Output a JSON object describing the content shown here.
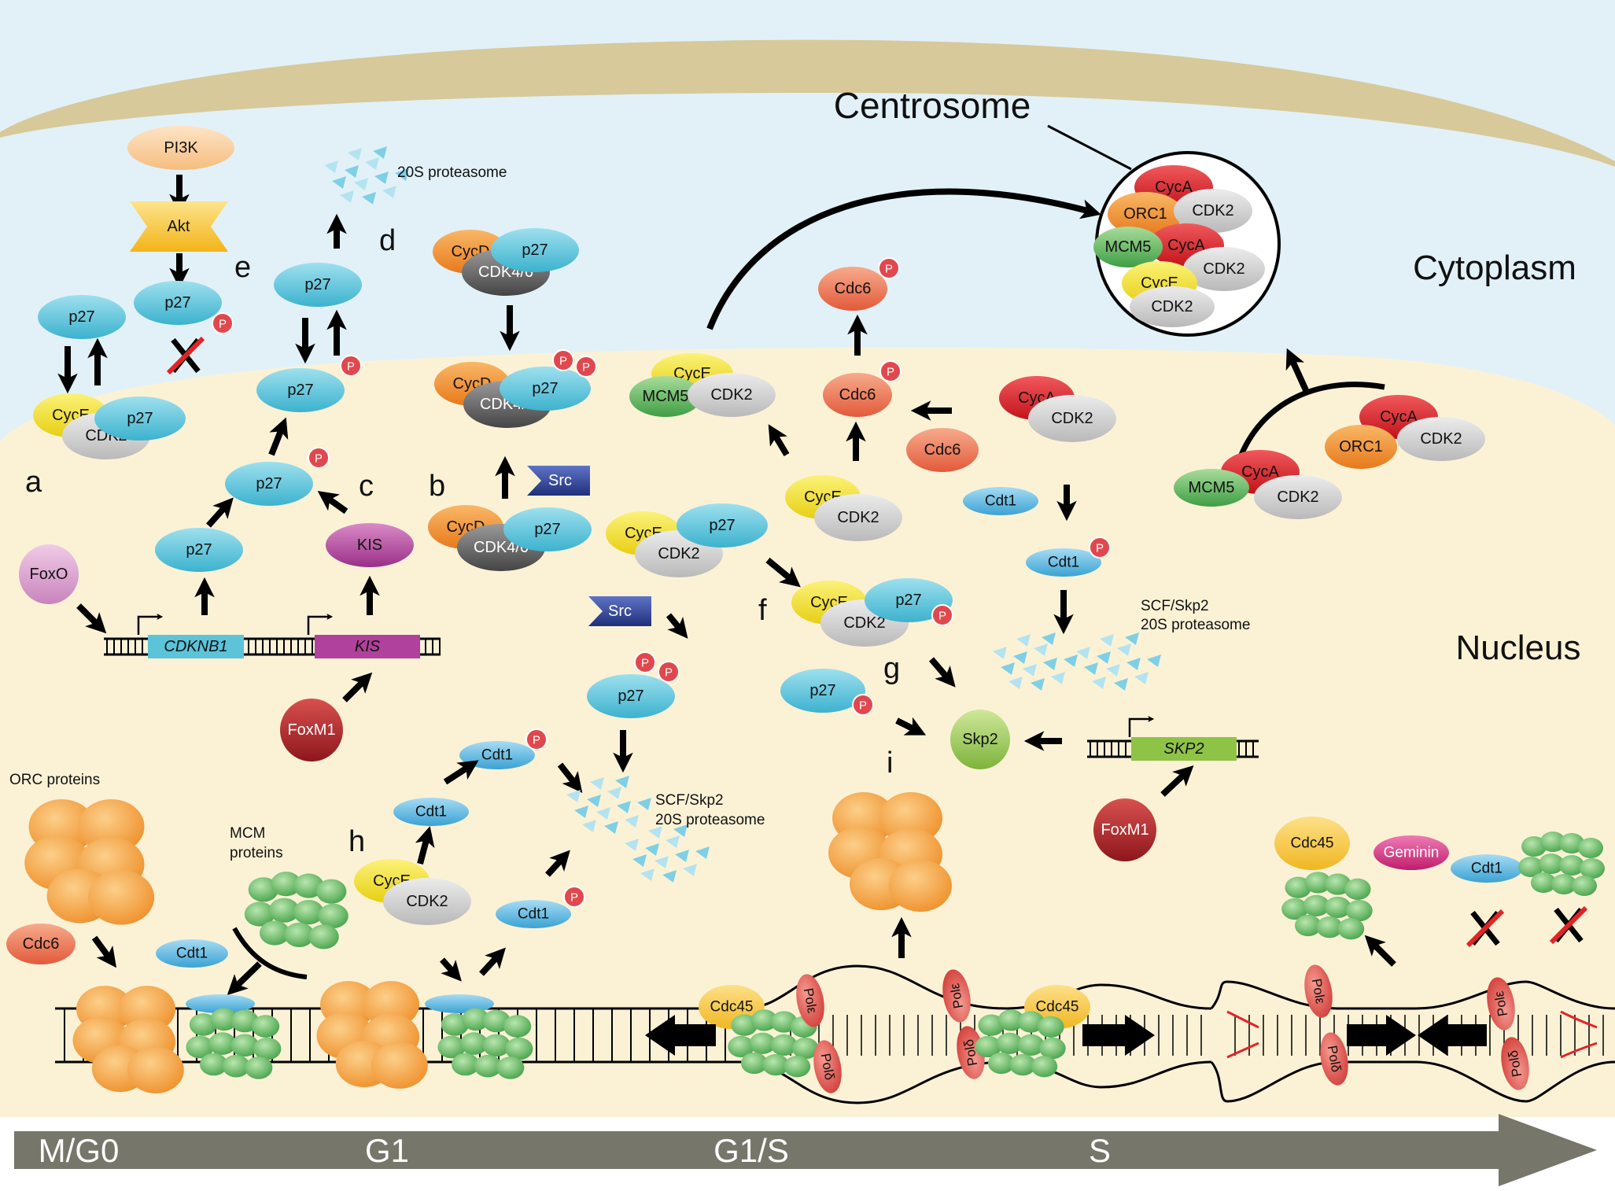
{
  "regions": {
    "centrosome": "Centrosome",
    "cytoplasm": "Cytoplasm",
    "nucleus": "Nucleus"
  },
  "panels": [
    "a",
    "b",
    "c",
    "d",
    "e",
    "f",
    "g",
    "h",
    "i"
  ],
  "labels": {
    "proteasome": "20S proteasome",
    "scf_skp2": "SCF/Skp2",
    "orc_proteins": "ORC proteins",
    "mcm": "MCM",
    "proteins": "proteins",
    "phospho": "P"
  },
  "proteins": {
    "p27": "p27",
    "cyce": "CycE",
    "cdk2": "CDK2",
    "cycd": "CycD",
    "cdk46": "CDK4/6",
    "cyca": "CycA",
    "orc1": "ORC1",
    "mcm5": "MCM5",
    "cdc6": "Cdc6",
    "cdt1": "Cdt1",
    "pi3k": "PI3K",
    "akt": "Akt",
    "foxo": "FoxO",
    "foxm1": "FoxM1",
    "kis": "KIS",
    "src": "Src",
    "skp2": "Skp2",
    "cdc45": "Cdc45",
    "geminin": "Geminin",
    "pol_e": "Polε",
    "pol_d": "Polδ"
  },
  "genes": {
    "cdknb1": "CDKNB1",
    "kis": "KIS",
    "skp2": "SKP2"
  },
  "phases": [
    "M/G0",
    "G1",
    "G1/S",
    "S"
  ],
  "colors": {
    "cytoplasm": "#e2f1f8",
    "nucleus": "#fbf2d6",
    "membrane": "#d7c99a",
    "p27": "#5cc3d8",
    "cdk2": "#cfcfcf",
    "cyce": "#f2e21a",
    "cycd": "#f08f2a",
    "cdk46": "#6d6d6d",
    "cyca": "#d81f26",
    "mcm5": "#5bb65a",
    "orc1": "#f08f2a",
    "cdc6": "#ec7657",
    "cdt1": "#5ab8e2",
    "kis": "#b0419c",
    "foxo": "#d79ccb",
    "foxm1": "#b3262b",
    "skp2": "#8ec346",
    "geminin": "#d42c7d",
    "cdc45": "#f5c645",
    "pol": "#e04d49",
    "phosphate": "#e0484e",
    "orc": "#f39a35",
    "mcm": "#52b04c",
    "arrow_bar": "#76766b"
  }
}
